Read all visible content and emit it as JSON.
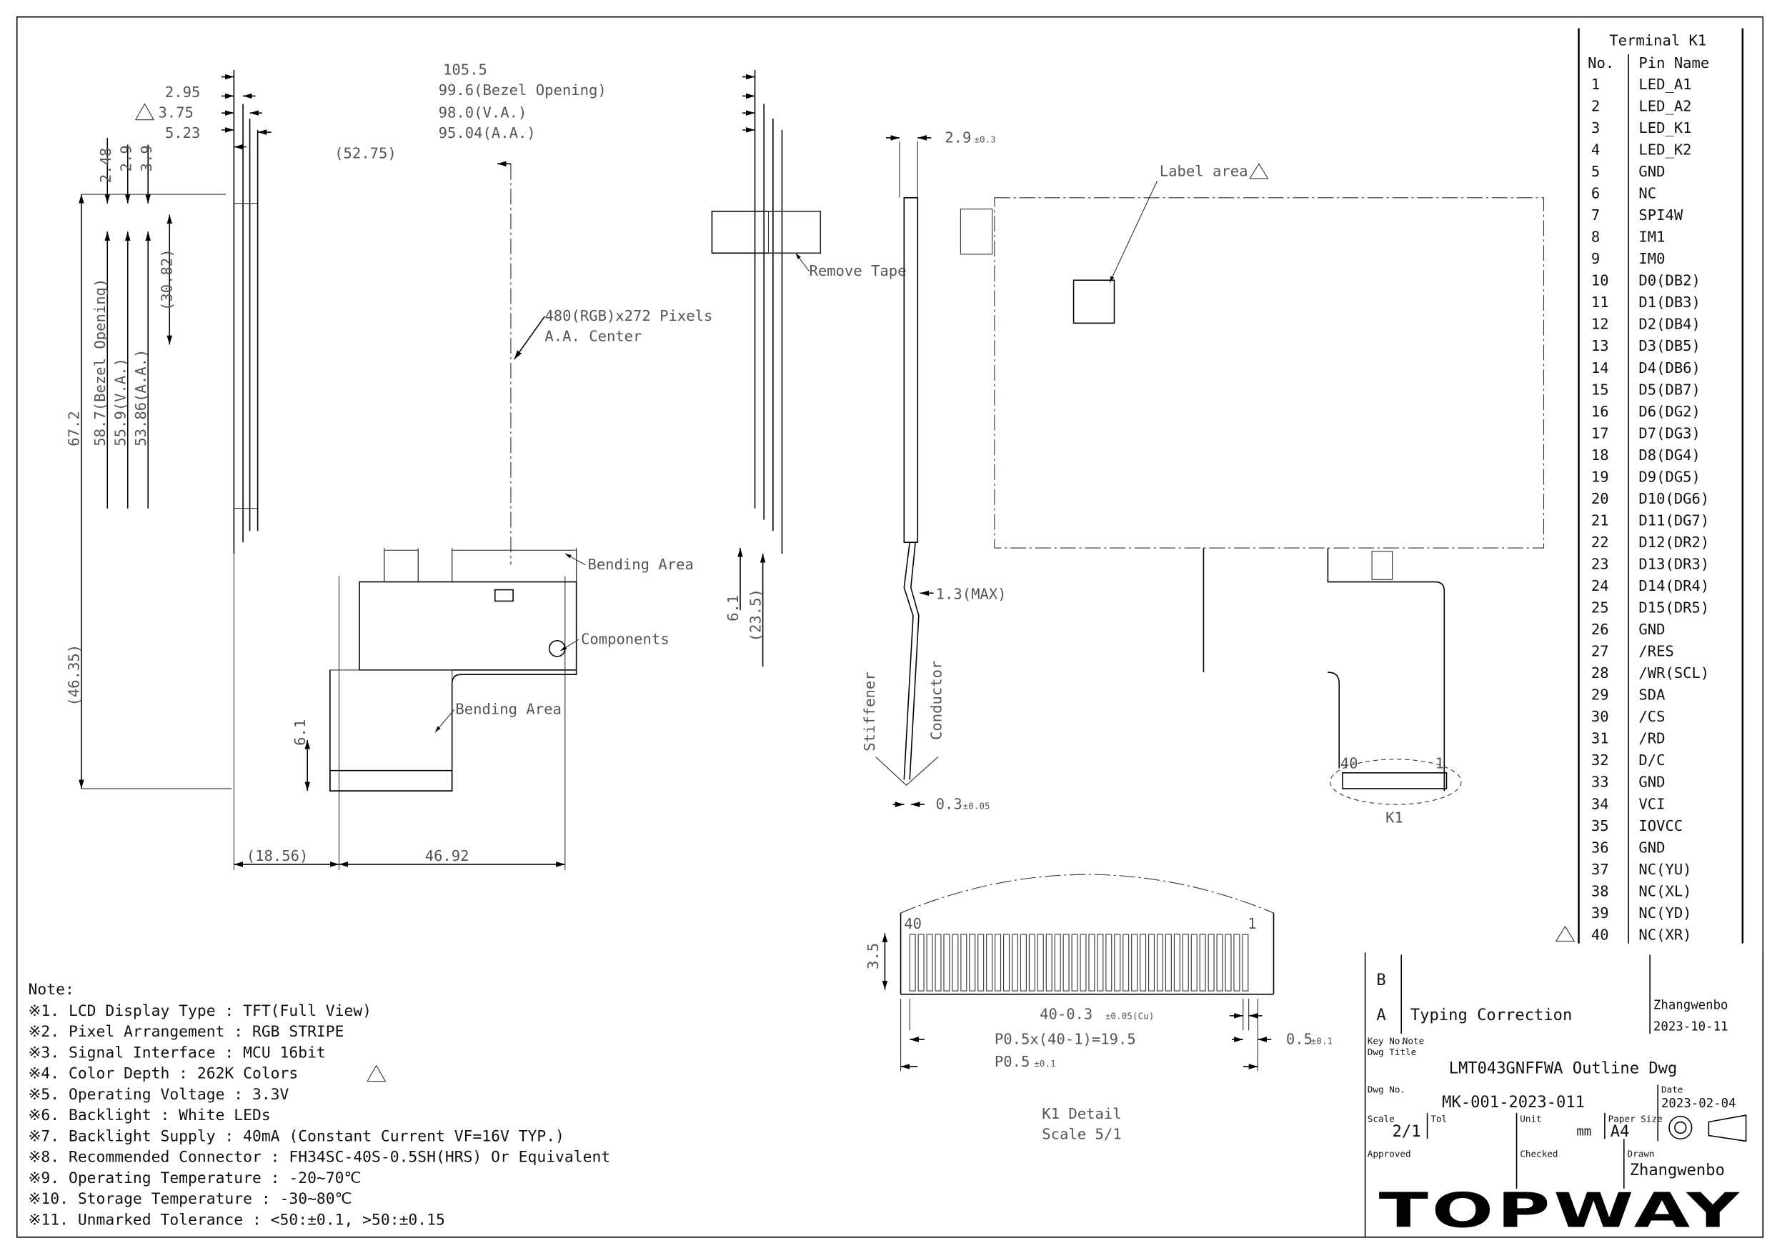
{
  "drawing": {
    "dimensions": {
      "d_2_95": "2.95",
      "d_3_75": "3.75",
      "d_5_23": "5.23",
      "d_105_5": "105.5",
      "d_99_6": "99.6(Bezel Opening)",
      "d_98_0": "98.0(V.A.)",
      "d_95_04": "95.04(A.A.)",
      "d_52_75": "(52.75)",
      "d_2_48": "2.48",
      "d_2_9": "2.9",
      "d_3_9": "3.9",
      "d_30_82": "(30.82)",
      "d_67_2": "67.2",
      "d_58_7": "58.7(Bezel Opening)",
      "d_55_9": "55.9(V.A.)",
      "d_53_86": "53.86(A.A.)",
      "d_46_35": "(46.35)",
      "d_6_side": "6.1",
      "d_23_5": "(23.5)",
      "d_6_bottom": "6.1",
      "d_18_56": "(18.56)",
      "d_46_92": "46.92",
      "d_thickness": "2.9",
      "d_thickness_tol": "±0.3",
      "d_fpc_max": "1.3(MAX)",
      "d_fpc_thick": "0.3",
      "d_fpc_thick_tol": "±0.05",
      "k1_height": "3.5",
      "k1_pin_width": "40-0.3",
      "k1_pin_width_tol": "±0.05(Cu)",
      "k1_pitch_total": "P0.5x(40-1)=19.5",
      "k1_pitch": "P0.5",
      "k1_pitch_tol": "±0.1",
      "k1_edge": "0.5",
      "k1_edge_tol": "±0.1"
    },
    "labels": {
      "pixels": "480(RGB)x272 Pixels",
      "aa_center": "A.A. Center",
      "remove_tape": "Remove Tape",
      "label_area": "Label area",
      "bending_area_top": "Bending Area",
      "bending_area_bottom": "Bending Area",
      "components": "Components",
      "stiffener": "Stiffener",
      "conductor": "Conductor",
      "k1_connector": "K1",
      "k1_pin40": "40",
      "k1_pin1": "1",
      "k1_detail_pin40": "40",
      "k1_detail_pin1": "1",
      "k1_detail_title": "K1 Detail",
      "k1_detail_scale": "Scale 5/1"
    }
  },
  "pin_table": {
    "title": "Terminal K1",
    "col_no": "No.",
    "col_name": "Pin Name",
    "pins": [
      {
        "no": "1",
        "name": "LED_A1"
      },
      {
        "no": "2",
        "name": "LED_A2"
      },
      {
        "no": "3",
        "name": "LED_K1"
      },
      {
        "no": "4",
        "name": "LED_K2"
      },
      {
        "no": "5",
        "name": "GND"
      },
      {
        "no": "6",
        "name": "NC"
      },
      {
        "no": "7",
        "name": "SPI4W"
      },
      {
        "no": "8",
        "name": "IM1"
      },
      {
        "no": "9",
        "name": "IM0"
      },
      {
        "no": "10",
        "name": "D0(DB2)"
      },
      {
        "no": "11",
        "name": "D1(DB3)"
      },
      {
        "no": "12",
        "name": "D2(DB4)"
      },
      {
        "no": "13",
        "name": "D3(DB5)"
      },
      {
        "no": "14",
        "name": "D4(DB6)"
      },
      {
        "no": "15",
        "name": "D5(DB7)"
      },
      {
        "no": "16",
        "name": "D6(DG2)"
      },
      {
        "no": "17",
        "name": "D7(DG3)"
      },
      {
        "no": "18",
        "name": "D8(DG4)"
      },
      {
        "no": "19",
        "name": "D9(DG5)"
      },
      {
        "no": "20",
        "name": "D10(DG6)"
      },
      {
        "no": "21",
        "name": "D11(DG7)"
      },
      {
        "no": "22",
        "name": "D12(DR2)"
      },
      {
        "no": "23",
        "name": "D13(DR3)"
      },
      {
        "no": "24",
        "name": "D14(DR4)"
      },
      {
        "no": "25",
        "name": "D15(DR5)"
      },
      {
        "no": "26",
        "name": "GND"
      },
      {
        "no": "27",
        "name": "/RES"
      },
      {
        "no": "28",
        "name": "/WR(SCL)"
      },
      {
        "no": "29",
        "name": "SDA"
      },
      {
        "no": "30",
        "name": "/CS"
      },
      {
        "no": "31",
        "name": "/RD"
      },
      {
        "no": "32",
        "name": "D/C"
      },
      {
        "no": "33",
        "name": "GND"
      },
      {
        "no": "34",
        "name": "VCI"
      },
      {
        "no": "35",
        "name": "IOVCC"
      },
      {
        "no": "36",
        "name": "GND"
      },
      {
        "no": "37",
        "name": "NC(YU)"
      },
      {
        "no": "38",
        "name": "NC(XL)"
      },
      {
        "no": "39",
        "name": "NC(YD)"
      },
      {
        "no": "40",
        "name": "NC(XR)"
      }
    ]
  },
  "notes": {
    "title": "Note:",
    "items": [
      "※1. LCD Display Type : TFT(Full View)",
      "※2. Pixel Arrangement : RGB STRIPE",
      "※3. Signal Interface : MCU 16bit",
      "※4. Color Depth : 262K Colors",
      "※5. Operating Voltage : 3.3V",
      "※6. Backlight : White LEDs",
      "※7. Backlight Supply : 40mA (Constant Current VF=16V TYP.)",
      "※8. Recommended Connector : FH34SC-40S-0.5SH(HRS) Or Equivalent",
      "※9. Operating Temperature : -20~70℃",
      "※10. Storage Temperature : -30~80℃",
      "※11. Unmarked Tolerance : <50:±0.1, >50:±0.15"
    ]
  },
  "title_block": {
    "rev_b": "B",
    "rev_a": "A",
    "rev_a_note": "Typing Correction",
    "rev_a_author": "Zhangwenbo",
    "rev_a_date": "2023-10-11",
    "key_no_label": "Key No.",
    "note_label": "Note",
    "dwg_title_label": "Dwg Title",
    "dwg_title": "LMT043GNFFWA Outline Dwg",
    "dwg_no_label": "Dwg No.",
    "dwg_no": "MK-001-2023-011",
    "date_label": "Date",
    "date": "2023-02-04",
    "scale_label": "Scale",
    "scale": "2/1",
    "tol_label": "Tol",
    "unit_label": "Unit",
    "unit": "mm",
    "paper_label": "Paper Size",
    "paper": "A4",
    "approved_label": "Approved",
    "checked_label": "Checked",
    "drawn_label": "Drawn",
    "drawn_by": "Zhangwenbo",
    "logo": "TOPWAY"
  }
}
